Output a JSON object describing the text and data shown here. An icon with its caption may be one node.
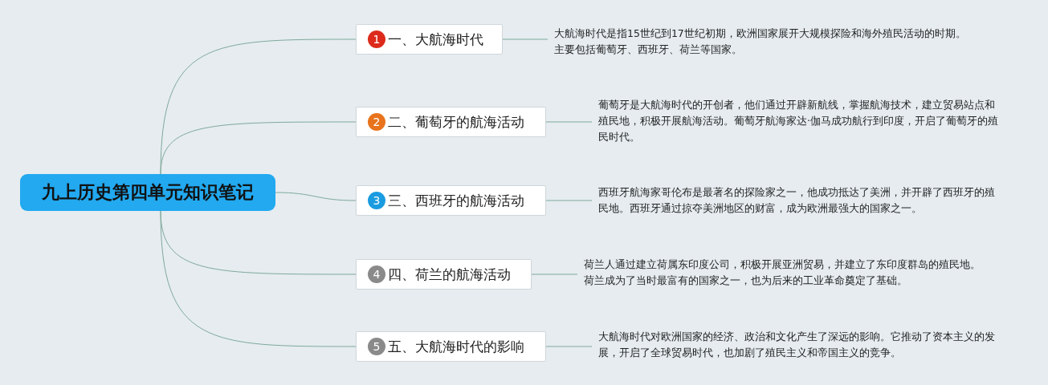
{
  "diagram": {
    "nodes": [
      {
        "text": [
          "九上历史第四单元知识笔记"
        ]
      },
      {
        "text": [
          "1",
          "一、大航海时代"
        ]
      },
      {
        "text": [
          "2",
          "二、葡萄牙的航海活动"
        ]
      },
      {
        "text": [
          "3",
          "三、西班牙的航海活动"
        ]
      },
      {
        "text": [
          "4",
          "四、荷兰的航海活动"
        ]
      },
      {
        "text": [
          "5",
          "五、大航海时代的影响"
        ]
      },
      {
        "text": [
          "大航海时代是指15世纪到17世纪初期，欧洲国家展开大规模探险和海外殖民活动的时期。主要包括葡萄牙、西班牙、荷兰等国家。"
        ]
      },
      {
        "text": [
          "葡萄牙是大航海时代的开创者，他们通过开辟新航线，掌握航海技术，建立贸易站点和殖民地，积极开展航海活动。葡萄牙航海家达·伽马成功航行到印度，开启了葡萄牙的殖民时代。"
        ]
      },
      {
        "text": [
          "西班牙航海家哥伦布是最著名的探险家之一，他成功抵达了美洲，并开辟了西班牙的殖民地。西班牙通过掠夺美洲地区的财富，成为欧洲最强大的国家之一。"
        ]
      },
      {
        "text": [
          "荷兰人通过建立荷属东印度公司，积极开展亚洲贸易，并建立了东印度群岛的殖民地。荷兰成为了当时最富有的国家之一，也为后来的工业革命奠定了基础。"
        ]
      },
      {
        "text": [
          "大航海时代对欧洲国家的经济、政治和文化产生了深远的影响。它推动了资本主义的发展，开启了全球贸易时代，也加剧了殖民主义和帝国主义的竞争。"
        ]
      }
    ],
    "edges": [
      {
        "from": 0,
        "to": 1,
        "arrow": "none"
      },
      {
        "from": 0,
        "to": 2,
        "arrow": "none"
      },
      {
        "from": 0,
        "to": 3,
        "arrow": "none"
      },
      {
        "from": 0,
        "to": 4,
        "arrow": "none"
      },
      {
        "from": 0,
        "to": 5,
        "arrow": "none"
      },
      {
        "from": 1,
        "to": 6,
        "arrow": "none"
      },
      {
        "from": 2,
        "to": 7,
        "arrow": "none"
      },
      {
        "from": 3,
        "to": 8,
        "arrow": "none"
      },
      {
        "from": 4,
        "to": 9,
        "arrow": "none"
      },
      {
        "from": 5,
        "to": 10,
        "arrow": "none"
      }
    ]
  }
}
